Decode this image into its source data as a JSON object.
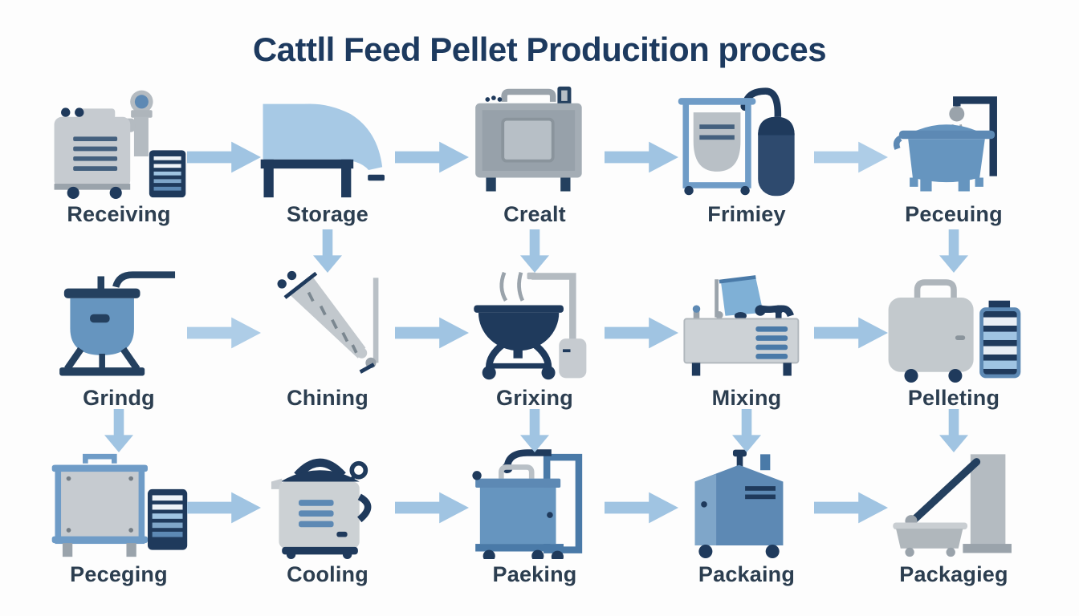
{
  "title": "Cattll Feed Pellet Producition proces",
  "colors": {
    "background": "#fdfdfd",
    "title_text": "#1d3a5f",
    "label_text": "#2c3e50",
    "arrow": "#a0c4e2",
    "machine_navy": "#1f3a5c",
    "machine_blue": "#6695bf",
    "machine_steel": "#5d89b4",
    "machine_gray": "#c6cbd0",
    "frame_blue": "#6f9cc7"
  },
  "stages": [
    {
      "label": "Receiving",
      "icon": "intake-mill-machine"
    },
    {
      "label": "Storage",
      "icon": "storage-chute"
    },
    {
      "label": "Crealt",
      "icon": "dryer-cabinet"
    },
    {
      "label": "Frimiey",
      "icon": "tank-cart-with-cylinder"
    },
    {
      "label": "Peceuing",
      "icon": "conditioning-pot"
    },
    {
      "label": "Grindg",
      "icon": "grinder-hopper"
    },
    {
      "label": "Chining",
      "icon": "screw-conveyor"
    },
    {
      "label": "Grixing",
      "icon": "steam-kettle"
    },
    {
      "label": "Mixing",
      "icon": "mixer-machine"
    },
    {
      "label": "Pelleting",
      "icon": "pellet-mill-with-die"
    },
    {
      "label": "Peceging",
      "icon": "screening-panel"
    },
    {
      "label": "Cooling",
      "icon": "cooler-machine"
    },
    {
      "label": "Paeking",
      "icon": "packing-machine"
    },
    {
      "label": "Packaing",
      "icon": "bagging-machine"
    },
    {
      "label": "Packagieg",
      "icon": "conveyor-stacker"
    }
  ],
  "flow": {
    "rows": 3,
    "columns": 5,
    "horizontal_arrows_per_row": 4,
    "down_arrows_after_row1_columns": [
      2,
      3,
      5
    ],
    "down_arrows_after_row2_columns": [
      1,
      3,
      4,
      5
    ]
  }
}
